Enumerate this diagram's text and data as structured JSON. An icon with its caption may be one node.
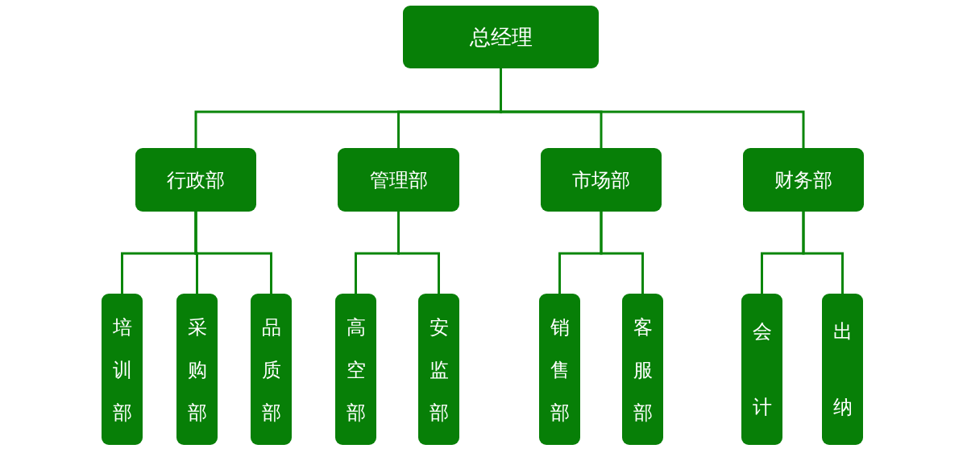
{
  "diagram": {
    "nodes": [
      {
        "text": [
          "总经理"
        ]
      },
      {
        "text": [
          "行政部"
        ]
      },
      {
        "text": [
          "管理部"
        ]
      },
      {
        "text": [
          "市场部"
        ]
      },
      {
        "text": [
          "财务部"
        ]
      },
      {
        "text": [
          "培训部"
        ]
      },
      {
        "text": [
          "采购部"
        ]
      },
      {
        "text": [
          "品质部"
        ]
      },
      {
        "text": [
          "高空部"
        ]
      },
      {
        "text": [
          "安监部"
        ]
      },
      {
        "text": [
          "销售部"
        ]
      },
      {
        "text": [
          "客服部"
        ]
      },
      {
        "text": [
          "会计"
        ]
      },
      {
        "text": [
          "出纳"
        ]
      }
    ],
    "edges": [
      {
        "from": 0,
        "to": 1,
        "arrow": "none"
      },
      {
        "from": 0,
        "to": 2,
        "arrow": "none"
      },
      {
        "from": 0,
        "to": 3,
        "arrow": "none"
      },
      {
        "from": 0,
        "to": 4,
        "arrow": "none"
      },
      {
        "from": 1,
        "to": 5,
        "arrow": "none"
      },
      {
        "from": 1,
        "to": 6,
        "arrow": "none"
      },
      {
        "from": 1,
        "to": 7,
        "arrow": "none"
      },
      {
        "from": 2,
        "to": 8,
        "arrow": "none"
      },
      {
        "from": 2,
        "to": 9,
        "arrow": "none"
      },
      {
        "from": 3,
        "to": 10,
        "arrow": "none"
      },
      {
        "from": 3,
        "to": 11,
        "arrow": "none"
      },
      {
        "from": 4,
        "to": 12,
        "arrow": "none"
      },
      {
        "from": 4,
        "to": 13,
        "arrow": "none"
      }
    ]
  }
}
